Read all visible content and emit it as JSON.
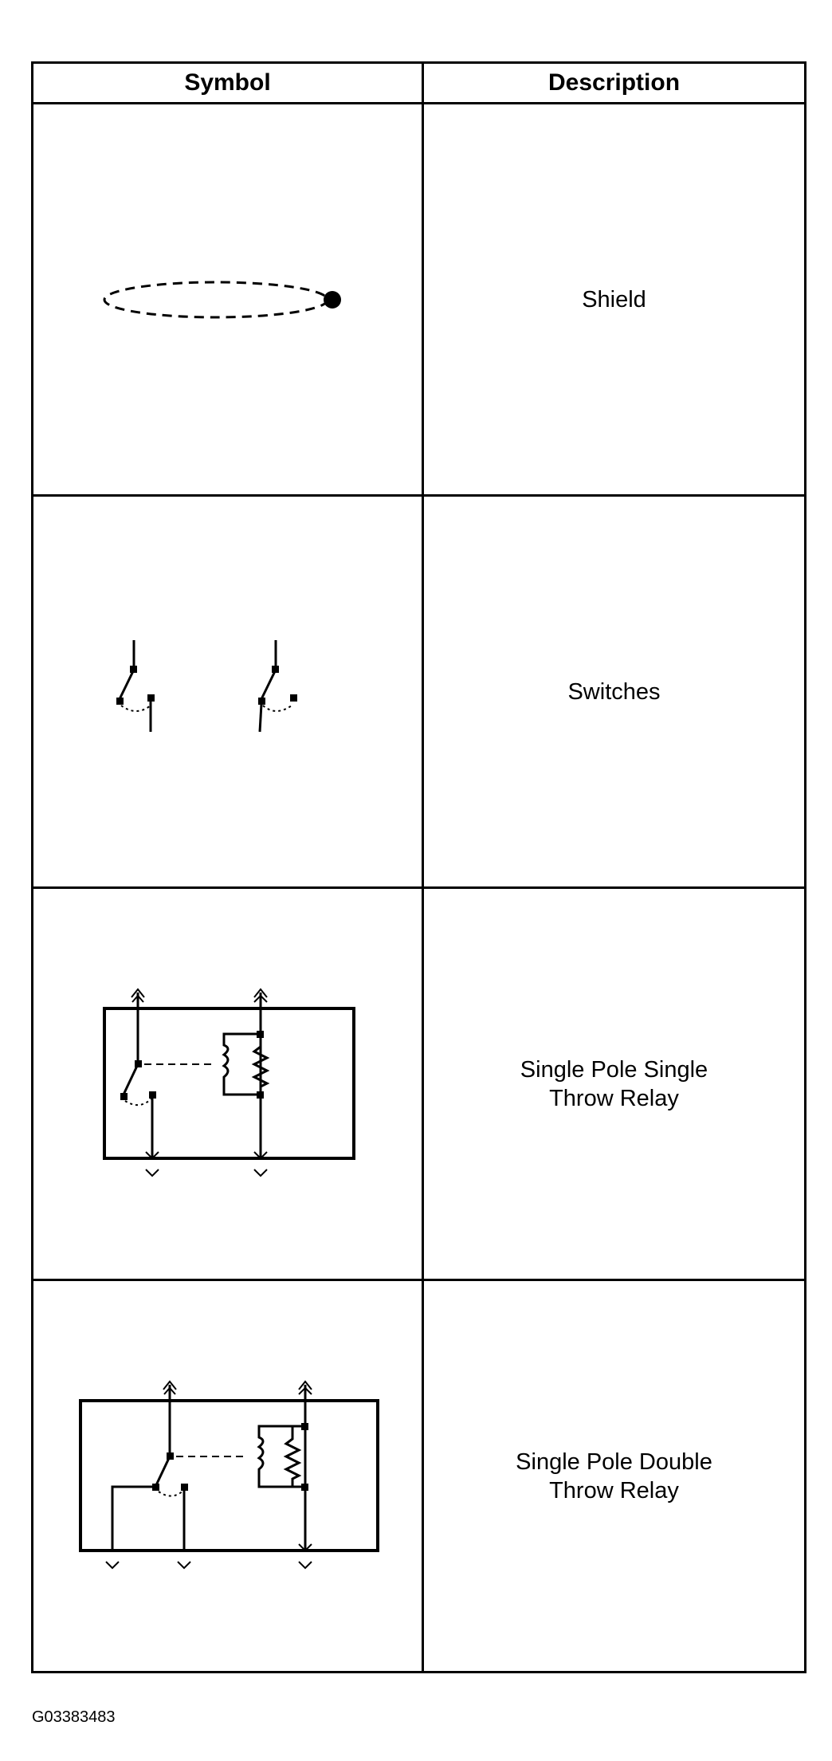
{
  "table": {
    "headers": {
      "symbol": "Symbol",
      "description": "Description"
    },
    "rows": [
      {
        "symbol_icon": "shield-symbol",
        "description": "Shield"
      },
      {
        "symbol_icon": "switches-symbol",
        "description": "Switches"
      },
      {
        "symbol_icon": "spst-relay-symbol",
        "description_line1": "Single Pole Single",
        "description_line2": "Throw Relay"
      },
      {
        "symbol_icon": "spdt-relay-symbol",
        "description_line1": "Single Pole Double",
        "description_line2": "Throw Relay"
      }
    ]
  },
  "figure_id": "G03383483"
}
